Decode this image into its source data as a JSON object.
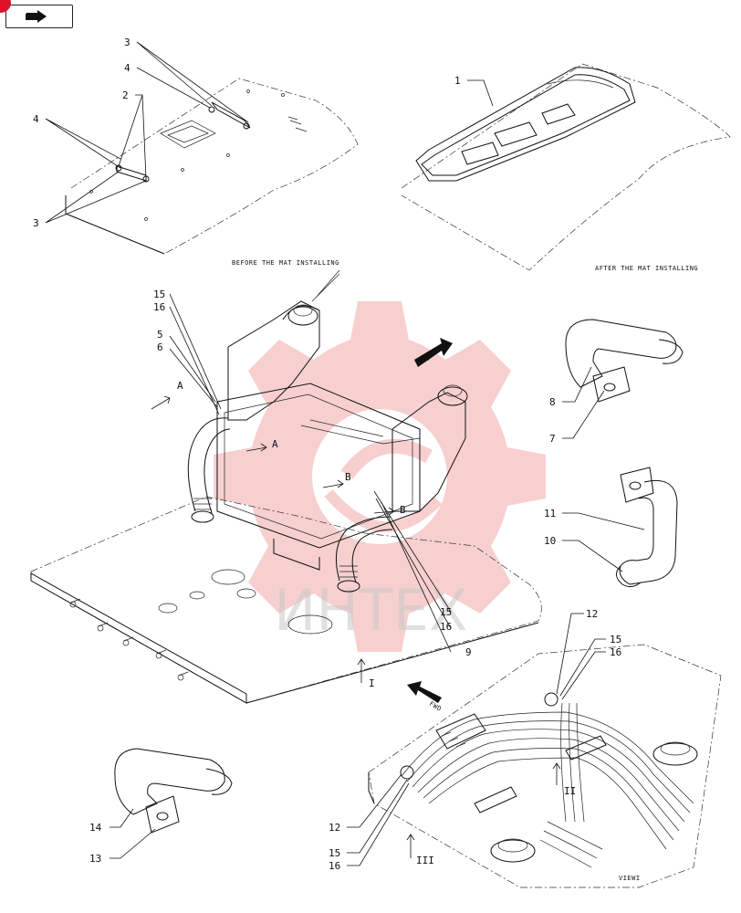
{
  "nav": {
    "icon": "return-arrow-icon"
  },
  "colors": {
    "watermark_gear": "#f2a8a8",
    "badge": "#e0102a",
    "line": "#111111"
  },
  "captions": {
    "before": "BEFORE THE MAT INSTALLING",
    "after": "AFTER THE MAT INSTALLING",
    "view": "VIEWI"
  },
  "watermark": "ИНТЕХ",
  "arrows": {
    "fwd_main": "FWD",
    "fwd_view": "FWD"
  },
  "section_marks": {
    "a1": "A",
    "a2": "A",
    "b1": "B",
    "b2": "B",
    "v1": "I",
    "v2": "II",
    "v3": "III"
  },
  "callouts": {
    "c1": "1",
    "c2": "2",
    "c3a": "3",
    "c3b": "3",
    "c4a": "4",
    "c4b": "4",
    "c5": "5",
    "c6": "6",
    "c7": "7",
    "c8": "8",
    "c9": "9",
    "c10": "10",
    "c11": "11",
    "c12a": "12",
    "c12b": "12",
    "c13": "13",
    "c14": "14",
    "c15a": "15",
    "c16a": "16",
    "c15b": "15",
    "c16b": "16",
    "c15c": "15",
    "c16c": "16",
    "c15d": "15",
    "c16d": "16"
  }
}
